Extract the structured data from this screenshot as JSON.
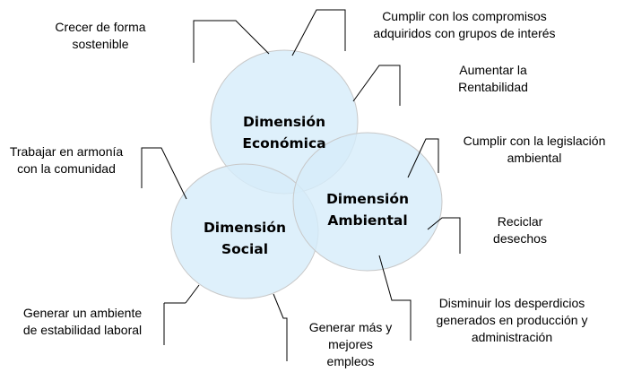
{
  "diagram": {
    "circles": {
      "economica": {
        "line1": "Dimensión",
        "line2": "Económica"
      },
      "ambiental": {
        "line1": "Dimensión",
        "line2": "Ambiental"
      },
      "social": {
        "line1": "Dimensión",
        "line2": "Social"
      }
    },
    "callouts": {
      "crecer": "Crecer de forma\nsostenible",
      "cumplir_compromisos": "Cumplir con los compromisos\nadquiridos con grupos de interés",
      "rentabilidad": "Aumentar la\nRentabilidad",
      "comunidad": "Trabajar en armonía\ncon la comunidad",
      "legislacion": "Cumplir con la legislación\nambiental",
      "reciclar": "Reciclar\ndesechos",
      "estabilidad": "Generar un ambiente\nde estabilidad laboral",
      "empleos": "Generar más y\nmejores\nempleos",
      "desperdicios": "Disminuir los desperdicios\ngenerados en producción y\nadministración"
    },
    "colors": {
      "circle_fill": "#d6ecfa",
      "circle_stroke": "#c8c8c8",
      "connector": "#000000"
    }
  }
}
